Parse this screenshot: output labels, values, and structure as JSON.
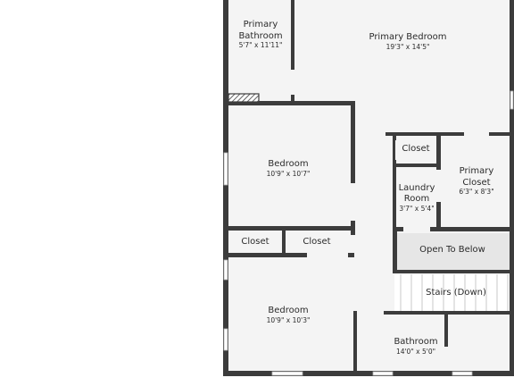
{
  "rooms": {
    "primary_bathroom": {
      "name_1": "Primary",
      "name_2": "Bathroom",
      "dims": "5'7\" x 11'11\""
    },
    "primary_bedroom": {
      "name": "Primary Bedroom",
      "dims": "19'3\" x 14'5\""
    },
    "bedroom_upper": {
      "name": "Bedroom",
      "dims": "10'9\" x 10'7\""
    },
    "closet_center": {
      "name": "Closet"
    },
    "laundry_room": {
      "name_1": "Laundry",
      "name_2": "Room",
      "dims": "3'7\" x 5'4\""
    },
    "primary_closet": {
      "name_1": "Primary",
      "name_2": "Closet",
      "dims": "6'3\" x 8'3\""
    },
    "closet_left": {
      "name": "Closet"
    },
    "closet_right": {
      "name": "Closet"
    },
    "open_to_below": {
      "name": "Open To Below"
    },
    "stairs": {
      "name": "Stairs (Down)"
    },
    "bedroom_lower": {
      "name": "Bedroom",
      "dims": "10'9\" x 10'3\""
    },
    "bathroom": {
      "name": "Bathroom",
      "dims": "14'0\" x 5'0\""
    }
  },
  "colors": {
    "floor": "#f4f4f4",
    "wall": "#3c3c3c",
    "open_to_below": "#e6e6e6",
    "background": "#ffffff"
  }
}
